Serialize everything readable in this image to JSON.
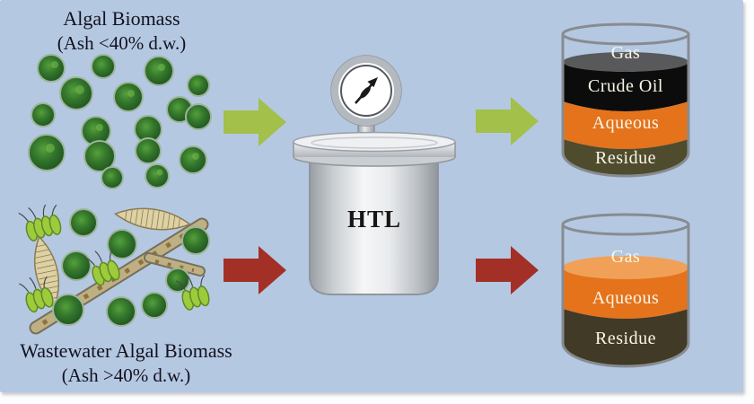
{
  "figure": {
    "background_color": "#b5c8e2",
    "top_feedstock": {
      "title": "Algal Biomass",
      "subtitle": "(Ash <40% d.w.)"
    },
    "bottom_feedstock": {
      "title": "Wastewater Algal Biomass",
      "subtitle": "(Ash >40% d.w.)"
    },
    "reactor_label": "HTL",
    "arrow_colors": {
      "low_ash": "#a2c04a",
      "high_ash": "#a33027"
    },
    "products_low_ash": {
      "layers": [
        {
          "label": "Gas",
          "color": "#58595b"
        },
        {
          "label": "Crude Oil",
          "color": "#0c0c0c"
        },
        {
          "label": "Aqueous",
          "color": "#e4731c"
        },
        {
          "label": "Residue",
          "color": "#4f4b2d"
        }
      ]
    },
    "products_high_ash": {
      "layers": [
        {
          "label": "Gas",
          "color": "#f0a157"
        },
        {
          "label": "Aqueous",
          "color": "#e4731c"
        },
        {
          "label": "Residue",
          "color": "#403a26"
        }
      ]
    }
  }
}
